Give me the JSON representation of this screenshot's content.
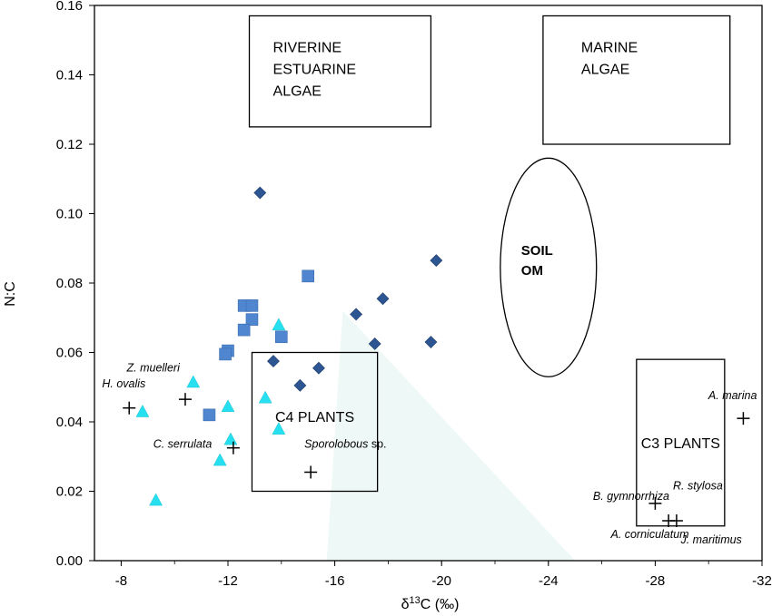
{
  "chart_data": {
    "type": "scatter",
    "xlabel_pre": "δ",
    "xlabel_sup": "13",
    "xlabel_post": "C (‰)",
    "ylabel": "N:C",
    "xlim": [
      -7,
      -32
    ],
    "ylim": [
      0,
      0.16
    ],
    "x_ticks": [
      -8,
      -12,
      -16,
      -20,
      -24,
      -28,
      -32
    ],
    "y_ticks": [
      0.0,
      0.02,
      0.04,
      0.06,
      0.08,
      0.1,
      0.12,
      0.14,
      0.16
    ],
    "x_tick_labels": [
      "-8",
      "-12",
      "-16",
      "-20",
      "-24",
      "-28",
      "-32"
    ],
    "y_tick_labels": [
      "0.00",
      "0.02",
      "0.04",
      "0.06",
      "0.08",
      "0.10",
      "0.12",
      "0.14",
      "0.16"
    ],
    "grid": false,
    "colors": {
      "diamond": "#2c5591",
      "square": "#4f86cf",
      "triangle": "#27e0ef",
      "plus": "#000000",
      "shade": "#eef8f6"
    },
    "shaded_region": [
      [
        -16.3,
        0.072
      ],
      [
        -15.7,
        0.0
      ],
      [
        -25.0,
        0.0
      ]
    ],
    "series": [
      {
        "marker": "diamond",
        "points": [
          [
            -13.2,
            0.106
          ],
          [
            -19.8,
            0.0865
          ],
          [
            -17.8,
            0.0755
          ],
          [
            -16.8,
            0.071
          ],
          [
            -17.5,
            0.0625
          ],
          [
            -19.6,
            0.063
          ],
          [
            -13.7,
            0.0575
          ],
          [
            -15.4,
            0.0555
          ],
          [
            -14.7,
            0.0505
          ]
        ]
      },
      {
        "marker": "square",
        "points": [
          [
            -15.0,
            0.082
          ],
          [
            -12.6,
            0.0735
          ],
          [
            -12.9,
            0.0735
          ],
          [
            -12.9,
            0.0695
          ],
          [
            -12.6,
            0.0665
          ],
          [
            -14.0,
            0.0645
          ],
          [
            -12.0,
            0.0605
          ],
          [
            -11.9,
            0.0595
          ],
          [
            -11.3,
            0.042
          ]
        ]
      },
      {
        "marker": "triangle",
        "points": [
          [
            -13.9,
            0.068
          ],
          [
            -10.7,
            0.0515
          ],
          [
            -13.4,
            0.047
          ],
          [
            -8.8,
            0.043
          ],
          [
            -12.0,
            0.0445
          ],
          [
            -13.9,
            0.038
          ],
          [
            -12.1,
            0.035
          ],
          [
            -11.7,
            0.029
          ],
          [
            -9.3,
            0.0175
          ]
        ]
      },
      {
        "marker": "plus",
        "points": [
          [
            -8.3,
            0.044
          ],
          [
            -10.4,
            0.0465
          ],
          [
            -12.2,
            0.0325
          ],
          [
            -15.1,
            0.0255
          ],
          [
            -31.3,
            0.041
          ],
          [
            -28.0,
            0.0165
          ],
          [
            -28.5,
            0.0115
          ],
          [
            -28.8,
            0.0115
          ]
        ]
      }
    ],
    "regions": [
      {
        "kind": "rect",
        "lines": [
          "RIVERINE",
          "ESTUARINE",
          "ALGAE"
        ],
        "x": [
          -12.8,
          -19.6
        ],
        "y": [
          0.125,
          0.157
        ],
        "style": "normal"
      },
      {
        "kind": "rect",
        "lines": [
          "MARINE",
          "ALGAE"
        ],
        "x": [
          -23.8,
          -30.8
        ],
        "y": [
          0.12,
          0.157
        ],
        "style": "normal"
      },
      {
        "kind": "ellipse",
        "lines": [
          "SOIL",
          "OM"
        ],
        "cx": -24.0,
        "cy": 0.0845,
        "rx": 1.8,
        "ry": 0.0315,
        "style": "bold"
      },
      {
        "kind": "rect",
        "lines": [
          "C4 PLANTS"
        ],
        "x": [
          -12.9,
          -17.6
        ],
        "y": [
          0.02,
          0.06
        ],
        "style": "normal"
      },
      {
        "kind": "rect",
        "lines": [
          "C3 PLANTS"
        ],
        "x": [
          -27.3,
          -30.6
        ],
        "y": [
          0.01,
          0.058
        ],
        "style": "normal"
      }
    ],
    "annotations": [
      {
        "text": "Z. muelleri",
        "x": -9.2,
        "y": 0.0545,
        "italic": true
      },
      {
        "text": "H. ovalis",
        "x": -8.1,
        "y": 0.05,
        "italic": true
      },
      {
        "text": "C. serrulata",
        "x": -10.3,
        "y": 0.0325,
        "italic": true
      },
      {
        "text": "Sporolobous",
        "x": -16.4,
        "y": 0.0325,
        "italic": true,
        "suffix": " sp."
      },
      {
        "text": "A. marina",
        "x": -30.9,
        "y": 0.0465,
        "italic": true
      },
      {
        "text": "B. gymnorrhiza",
        "x": -27.1,
        "y": 0.0175,
        "italic": true
      },
      {
        "text": "R. stylosa",
        "x": -29.6,
        "y": 0.0205,
        "italic": true
      },
      {
        "text": "A. corniculatum",
        "x": -27.8,
        "y": 0.0065,
        "italic": true
      },
      {
        "text": "J. maritimus",
        "x": -30.1,
        "y": 0.005,
        "italic": true
      }
    ]
  }
}
